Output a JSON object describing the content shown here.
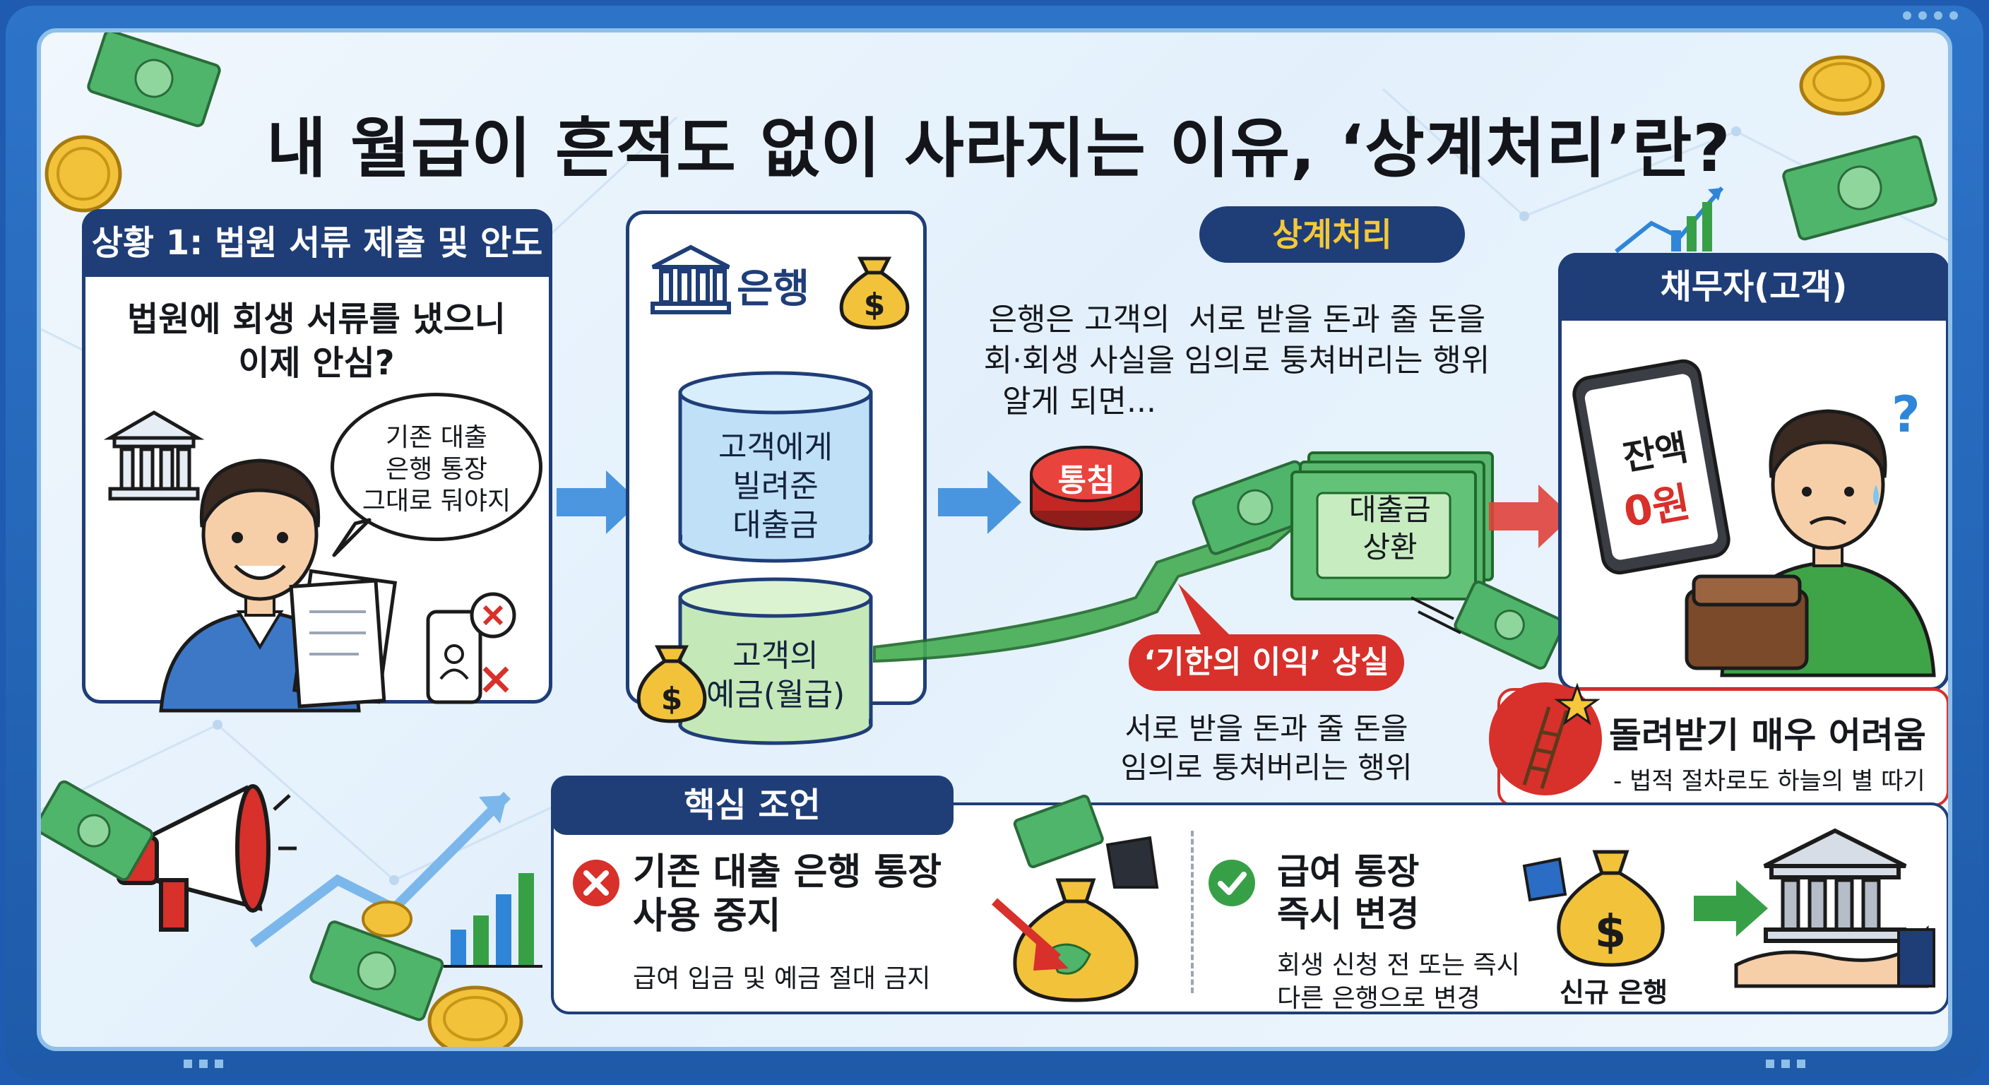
{
  "title": "내 월급이 흔적도 없이 사라지는 이유, ‘상계처리’란?",
  "situation": {
    "header": "상황 1: 법원 서류 제출 및 안도",
    "question_line1": "법원에 회생 서류를 냈으니",
    "question_line2": "이제 안심?",
    "bubble_line1": "기존 대출",
    "bubble_line2": "은행 통장",
    "bubble_line3": "그대로 둬야지"
  },
  "bank": {
    "label": "은행",
    "top_cylinder": [
      "고객에게",
      "빌려준",
      "대출금"
    ],
    "bottom_cylinder": [
      "고객의",
      "예금(월급)"
    ]
  },
  "notice": {
    "line1": "은행은 고객의",
    "line2": "회·회생 사실을",
    "line3": "알게 되면..."
  },
  "offset": {
    "header": "상계처리",
    "desc_line1": "서로 받을 돈과 줄 돈을",
    "desc_line2": "임의로 퉁쳐버리는 행위",
    "button": "통침",
    "repay_line1": "대출금",
    "repay_line2": "상환",
    "loss_label": "‘기한의 이익’ 상실",
    "loss_desc_line1": "서로 받을 돈과 줄 돈을",
    "loss_desc_line2": "임의로 퉁쳐버리는 행위"
  },
  "debtor": {
    "header": "채무자(고객)",
    "phone_line1": "잔액",
    "phone_line2": "0원"
  },
  "recovery": {
    "title": "돌려받기 매우 어려움",
    "subtitle": "- 법적 절차로도 하늘의 별 따기"
  },
  "advice": {
    "header": "핵심 조언",
    "stop_title_line1": "기존 대출 은행 통장",
    "stop_title_line2": "사용 중지",
    "stop_desc": "급여 입금 및 예금 절대 금지",
    "change_title_line1": "급여 통장",
    "change_title_line2": "즉시 변경",
    "change_desc_line1": "회생 신청 전 또는 즉시",
    "change_desc_line2": "다른 은행으로 변경",
    "new_bank": "신규 은행"
  },
  "colors": {
    "navy": "#1f3e78",
    "red": "#d8302a",
    "green": "#37a047",
    "blue_arrow": "#2f86d8"
  }
}
